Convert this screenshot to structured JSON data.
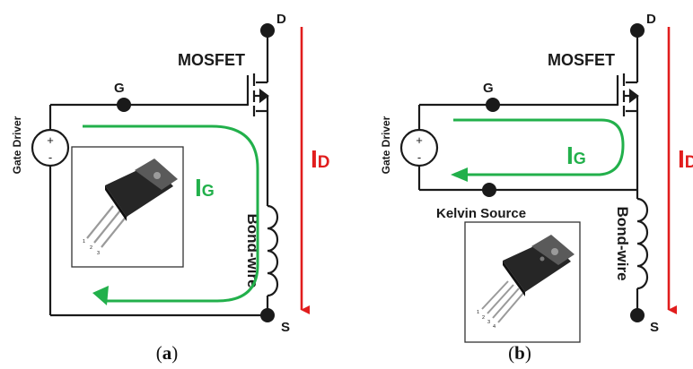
{
  "panels": [
    {
      "id": "a",
      "caption_open": "(",
      "caption_letter": "a",
      "caption_close": ")",
      "drain_label": "D",
      "source_label": "S",
      "gate_label": "G",
      "mosfet_label": "MOSFET",
      "gate_driver_label": "Gate Driver",
      "bondwire_label": "Bond-wire",
      "id_label_main": "I",
      "id_label_sub": "D",
      "ig_label_main": "I",
      "ig_label_sub": "G",
      "source_plus": "+",
      "source_minus": "-",
      "package_pins": [
        "1",
        "2",
        "3"
      ]
    },
    {
      "id": "b",
      "caption_open": "(",
      "caption_letter": "b",
      "caption_close": ")",
      "drain_label": "D",
      "source_label": "S",
      "gate_label": "G",
      "mosfet_label": "MOSFET",
      "gate_driver_label": "Gate Driver",
      "bondwire_label": "Bond-wire",
      "kelvin_label": "Kelvin Source",
      "id_label_main": "I",
      "id_label_sub": "D",
      "ig_label_main": "I",
      "ig_label_sub": "G",
      "source_plus": "+",
      "source_minus": "-",
      "package_pins": [
        "1",
        "2",
        "3",
        "4"
      ]
    }
  ],
  "colors": {
    "wire": "#1a1a1a",
    "gate_loop": "#22b04b",
    "drain_current": "#e11d1d"
  }
}
